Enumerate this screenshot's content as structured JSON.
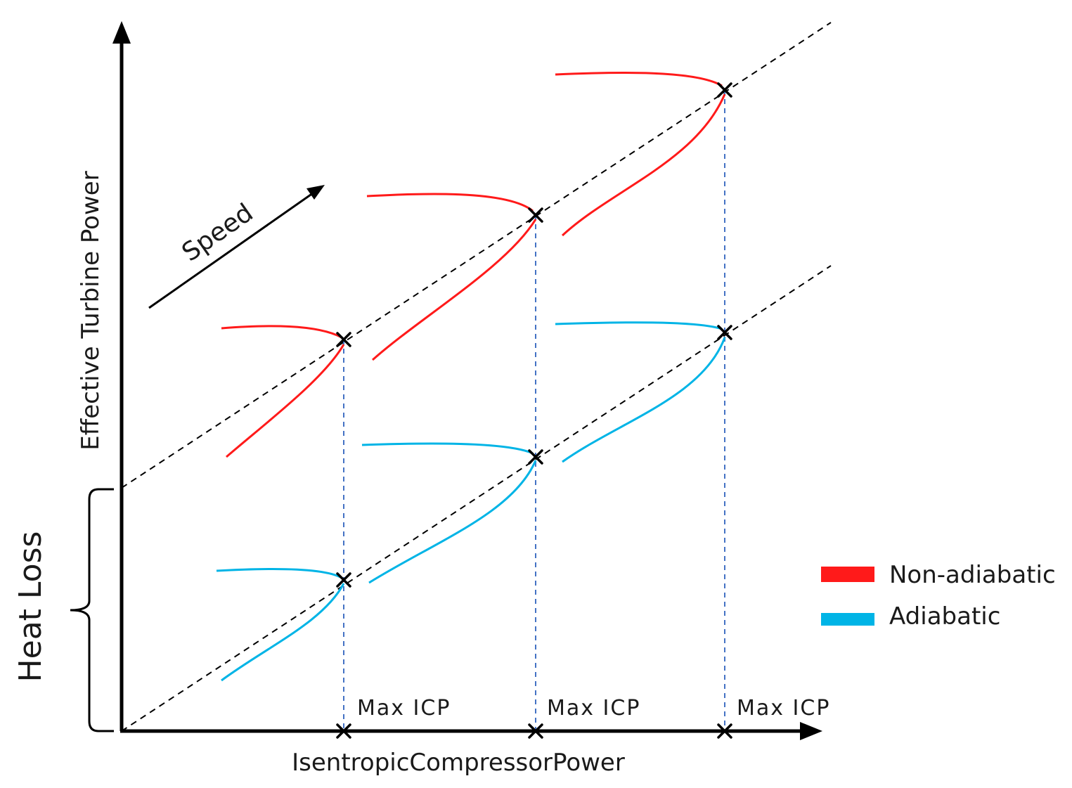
{
  "labels": {
    "y_axis": "Effective Turbine Power",
    "x_axis": "IsentropicCompressorPower",
    "speed": "Speed",
    "heat_loss": "Heat Loss",
    "max_icp": "Max ICP"
  },
  "legend": [
    {
      "name": "Non-adiabatic",
      "color": "#ff1a1a"
    },
    {
      "name": "Adiabatic",
      "color": "#00b4e6"
    }
  ],
  "colors": {
    "non_adiabatic": "#ff1a1a",
    "adiabatic": "#00b4e6",
    "axis": "#000000",
    "dashed_line": "#000000",
    "drop_line": "#4472c4"
  }
}
